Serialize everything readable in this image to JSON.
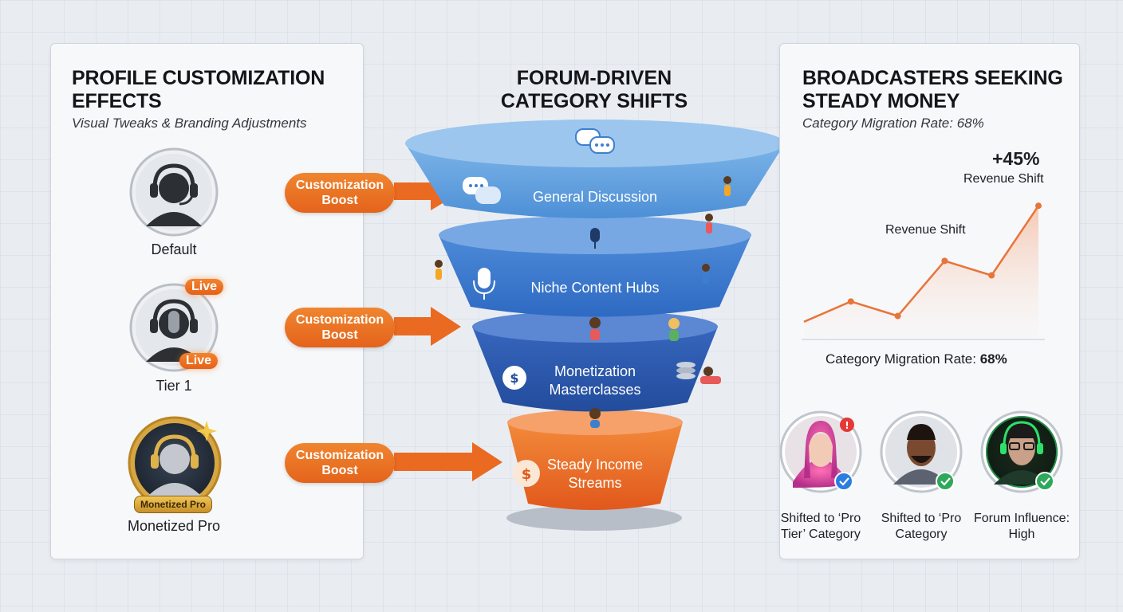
{
  "left_panel": {
    "title_line1": "PROFILE CUSTOMIZATION",
    "title_line2": "EFFECTS",
    "subtitle": "Visual Tweaks & Branding Adjustments",
    "avatars": [
      {
        "label": "Default"
      },
      {
        "label": "Tier 1",
        "badge": "Live"
      },
      {
        "label": "Monetized Pro",
        "badge": "Monetized Pro"
      }
    ],
    "boost_label_line1": "Customization",
    "boost_label_line2": "Boost"
  },
  "center": {
    "title_line1": "FORUM-DRIVEN",
    "title_line2": "CATEGORY SHIFTS",
    "stages": [
      {
        "line1": "General Discussion",
        "line2": "",
        "color": "#6aa6e0"
      },
      {
        "line1": "Niche Content Hubs",
        "line2": "",
        "color": "#3f82d4"
      },
      {
        "line1": "Monetization",
        "line2": "Masterclasses",
        "color": "#2f63b8"
      },
      {
        "line1": "Steady Income",
        "line2": "Streams",
        "color": "#ee7a2a"
      }
    ]
  },
  "right_panel": {
    "title_line1": "BROADCASTERS SEEKING",
    "title_line2": "STEADY MONEY",
    "subtitle": "Category Migration Rate: 68%",
    "peak_value": "+45%",
    "peak_label": "Revenue Shift",
    "mid_label": "Revenue Shift",
    "migration_prefix": "Category Migration Rate: ",
    "migration_value": "68%",
    "people": [
      {
        "line1": "Shifted to ‘Pro",
        "line2": "Tier’ Category"
      },
      {
        "line1": "Shifted to ‘Pro",
        "line2": "Category"
      },
      {
        "line1": "Forum Influence:",
        "line2": "High"
      }
    ]
  },
  "chart_data": {
    "type": "line",
    "title": "",
    "xlabel": "",
    "ylabel": "",
    "x": [
      1,
      2,
      3,
      4,
      5,
      6
    ],
    "series": [
      {
        "values": [
          5,
          12,
          7,
          26,
          21,
          45
        ]
      }
    ],
    "ylim": [
      0,
      50
    ],
    "grid": false,
    "color": "#e8743a"
  },
  "colors": {
    "accent_orange": "#e8743a",
    "funnel_blue_light": "#6aa6e0",
    "funnel_blue_dark": "#2f63b8"
  }
}
